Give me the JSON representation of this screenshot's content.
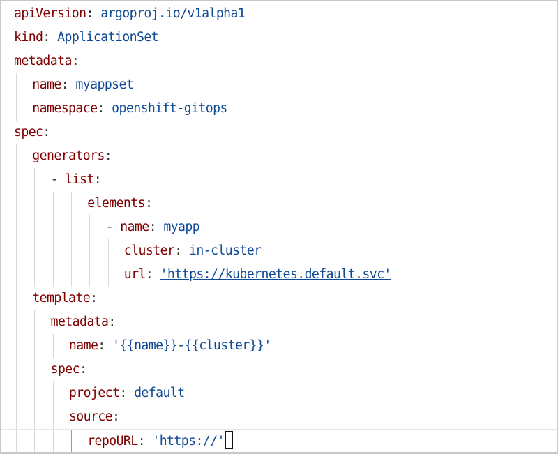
{
  "editor": {
    "language": "yaml",
    "colors": {
      "key": "#800000",
      "value": "#0f4a96"
    },
    "lines": [
      {
        "key": "apiVersion",
        "value": "argoproj.io/v1alpha1"
      },
      {
        "key": "kind",
        "value": "ApplicationSet"
      },
      {
        "key": "metadata",
        "value": ""
      },
      {
        "key": "  name",
        "value": "myappset"
      },
      {
        "key": "  namespace",
        "value": "openshift-gitops"
      },
      {
        "key": "spec",
        "value": ""
      },
      {
        "key": "  generators",
        "value": ""
      },
      {
        "key": "    - list",
        "value": ""
      },
      {
        "key": "        elements",
        "value": ""
      },
      {
        "key": "          - name",
        "value": "myapp"
      },
      {
        "key": "            cluster",
        "value": "in-cluster"
      },
      {
        "key": "            url",
        "value": "'https://kubernetes.default.svc'",
        "link": true
      },
      {
        "key": "  template",
        "value": ""
      },
      {
        "key": "    metadata",
        "value": ""
      },
      {
        "key": "      name",
        "value": "'{{name}}-{{cluster}}'"
      },
      {
        "key": "    spec",
        "value": ""
      },
      {
        "key": "      project",
        "value": "default"
      },
      {
        "key": "      source",
        "value": ""
      },
      {
        "key": "        repoURL",
        "value": "'https://'",
        "current": true
      }
    ]
  }
}
